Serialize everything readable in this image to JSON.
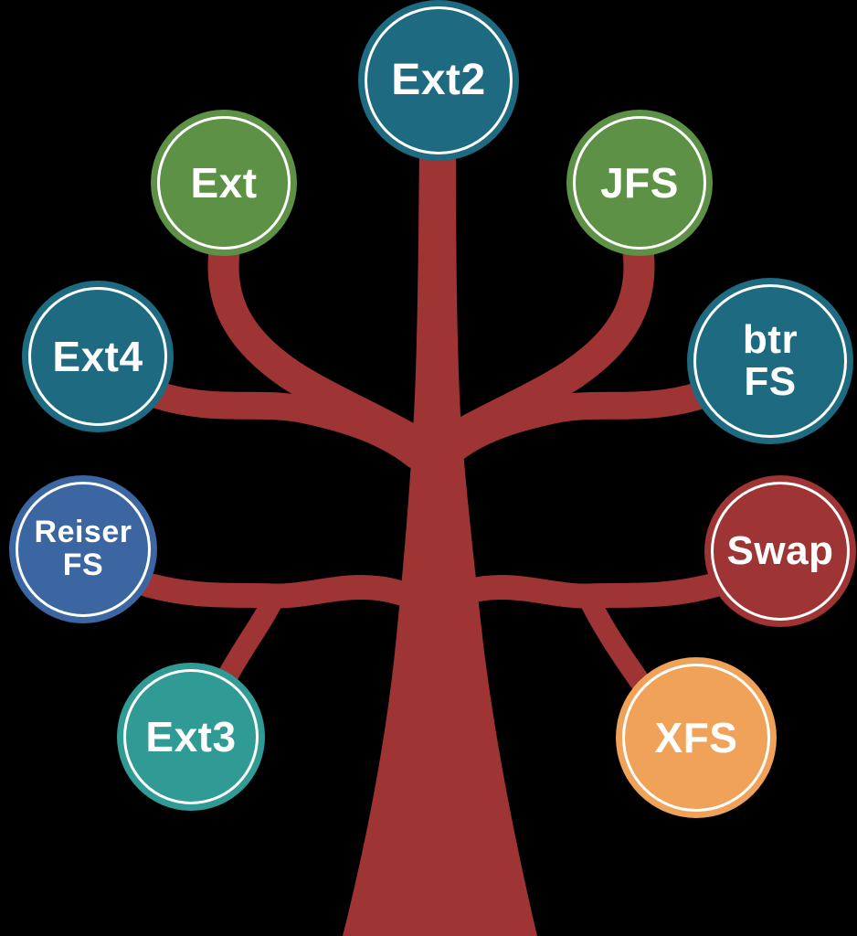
{
  "diagram": {
    "kind": "tree-diagram",
    "subject": "Linux filesystems"
  },
  "colors": {
    "background": "#000000",
    "trunk": "#9e3434",
    "ring": "#ffffff",
    "label_text": "#ffffff",
    "teal": "#1d6a81",
    "green": "#5c9146",
    "blue": "#3b66a1",
    "dark_red": "#9e3434",
    "turquoise": "#2f9b94",
    "orange": "#efa258"
  },
  "nodes": [
    {
      "id": "ext2",
      "label": "Ext2",
      "color": "#1d6a81"
    },
    {
      "id": "ext",
      "label": "Ext",
      "color": "#5c9146"
    },
    {
      "id": "jfs",
      "label": "JFS",
      "color": "#5c9146"
    },
    {
      "id": "ext4",
      "label": "Ext4",
      "color": "#1d6a81"
    },
    {
      "id": "btrfs",
      "label": "btr\nFS",
      "color": "#1d6a81"
    },
    {
      "id": "reiserfs",
      "label": "Reiser\nFS",
      "color": "#3b66a1"
    },
    {
      "id": "swap",
      "label": "Swap",
      "color": "#9e3434"
    },
    {
      "id": "ext3",
      "label": "Ext3",
      "color": "#2f9b94"
    },
    {
      "id": "xfs",
      "label": "XFS",
      "color": "#efa258"
    }
  ]
}
